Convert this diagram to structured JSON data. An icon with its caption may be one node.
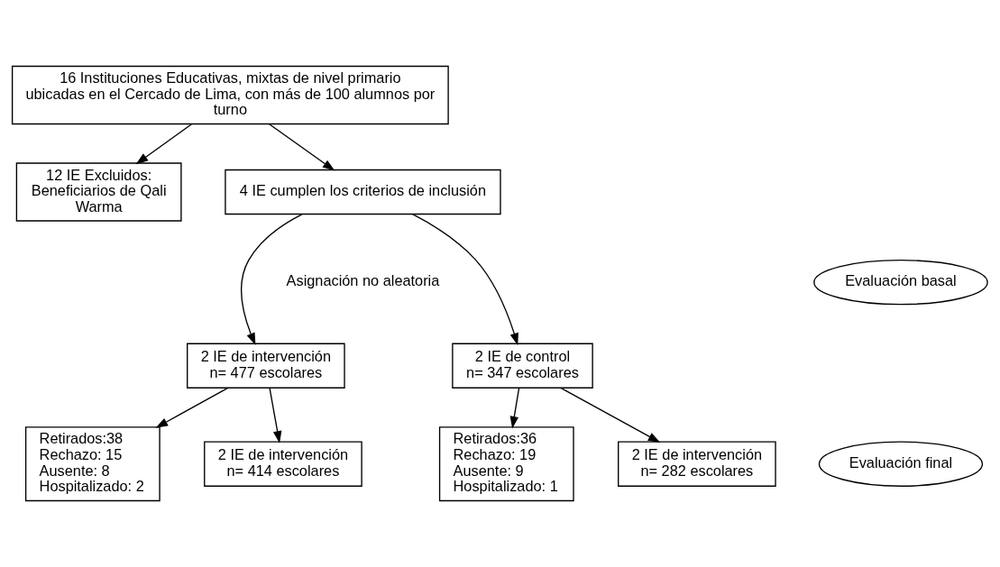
{
  "diagram": {
    "nodes": [
      {
        "text": [
          "16 Instituciones Educativas, mixtas de nivel primario ubicadas en el Cercado de Lima, con más de 100 alumnos por turno"
        ]
      },
      {
        "text": [
          "12 IE Excluidos: Beneficiarios de Qali Warma"
        ]
      },
      {
        "text": [
          "4 IE cumplen los criterios de inclusión"
        ]
      },
      {
        "text": [
          "Evaluación basal"
        ]
      },
      {
        "text": [
          "2 IE de intervención",
          "n= 477 escolares"
        ]
      },
      {
        "text": [
          "2 IE de control",
          "n= 347 escolares"
        ]
      },
      {
        "text": [
          "Retirados:38",
          "Rechazo: 15",
          "Ausente: 8",
          "Hospitalizado: 2"
        ]
      },
      {
        "text": [
          "2 IE de intervención",
          "n= 414 escolares"
        ]
      },
      {
        "text": [
          "Retirados:36",
          "Rechazo: 19",
          "Ausente: 9",
          "Hospitalizado: 1"
        ]
      },
      {
        "text": [
          "2 IE de intervención",
          "n= 282 escolares"
        ]
      },
      {
        "text": [
          "Evaluación final"
        ]
      }
    ],
    "edges": [
      {
        "from": 0,
        "to": 2,
        "arrow": "to"
      },
      {
        "from": 0,
        "to": 1,
        "arrow": "to"
      },
      {
        "from": 2,
        "to": 4,
        "arrow": "to"
      },
      {
        "from": 2,
        "to": 5,
        "arrow": "to"
      },
      {
        "from": 4,
        "to": 7,
        "arrow": "to"
      },
      {
        "from": 4,
        "to": 6,
        "arrow": "to"
      },
      {
        "from": 5,
        "to": 9,
        "arrow": "to"
      },
      {
        "from": 5,
        "to": 8,
        "arrow": "to"
      }
    ],
    "labels": [
      "Asignación no aleatoria"
    ]
  }
}
